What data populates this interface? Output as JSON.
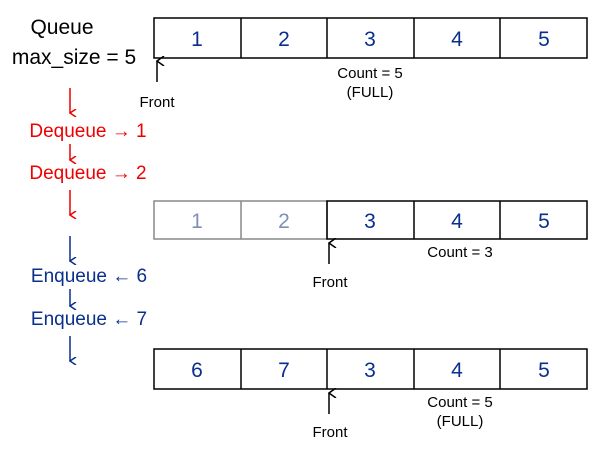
{
  "header": {
    "title": "Queue",
    "max_size": "max_size = 5"
  },
  "colors": {
    "dequeue": "#ee0000",
    "enqueue": "#0a2f8c",
    "cell_text": "#0a2f8c",
    "faded_text": "#7f8fb5",
    "faded_border": "#888888"
  },
  "queue1": {
    "cells": [
      "1",
      "2",
      "3",
      "4",
      "5"
    ],
    "front_label": "Front",
    "count": "Count = 5",
    "status": "(FULL)"
  },
  "operations": {
    "dequeue1": "Dequeue → 1",
    "dequeue2": "Dequeue → 2",
    "enqueue1": "Enqueue ← 6",
    "enqueue2": "Enqueue ← 7"
  },
  "queue2": {
    "cells": [
      "1",
      "2",
      "3",
      "4",
      "5"
    ],
    "faded": [
      true,
      true,
      false,
      false,
      false
    ],
    "front_label": "Front",
    "count": "Count = 3"
  },
  "queue3": {
    "cells": [
      "6",
      "7",
      "3",
      "4",
      "5"
    ],
    "front_label": "Front",
    "count": "Count = 5",
    "status": "(FULL)"
  }
}
